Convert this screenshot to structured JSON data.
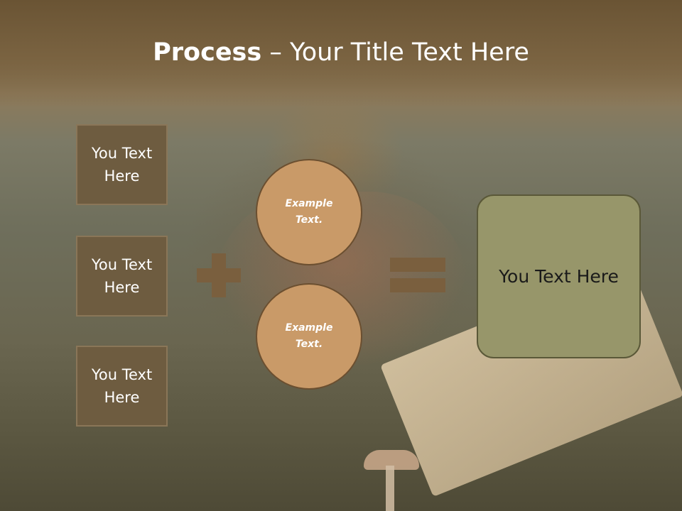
{
  "slide": {
    "title_bold": "Process",
    "title_rest": " – Your Title Text Here",
    "boxes": [
      {
        "label": "You Text Here"
      },
      {
        "label": "You Text Here"
      },
      {
        "label": "You Text Here"
      }
    ],
    "circles": [
      {
        "label": "Example Text."
      },
      {
        "label": "Example Text."
      }
    ],
    "result_label": "You Text Here",
    "colors": {
      "header": "#6a5434",
      "box_fill": "#6e5c40",
      "operator": "#7a5f3e",
      "circle_fill": "#c99a68",
      "result_fill": "#97966a"
    }
  }
}
